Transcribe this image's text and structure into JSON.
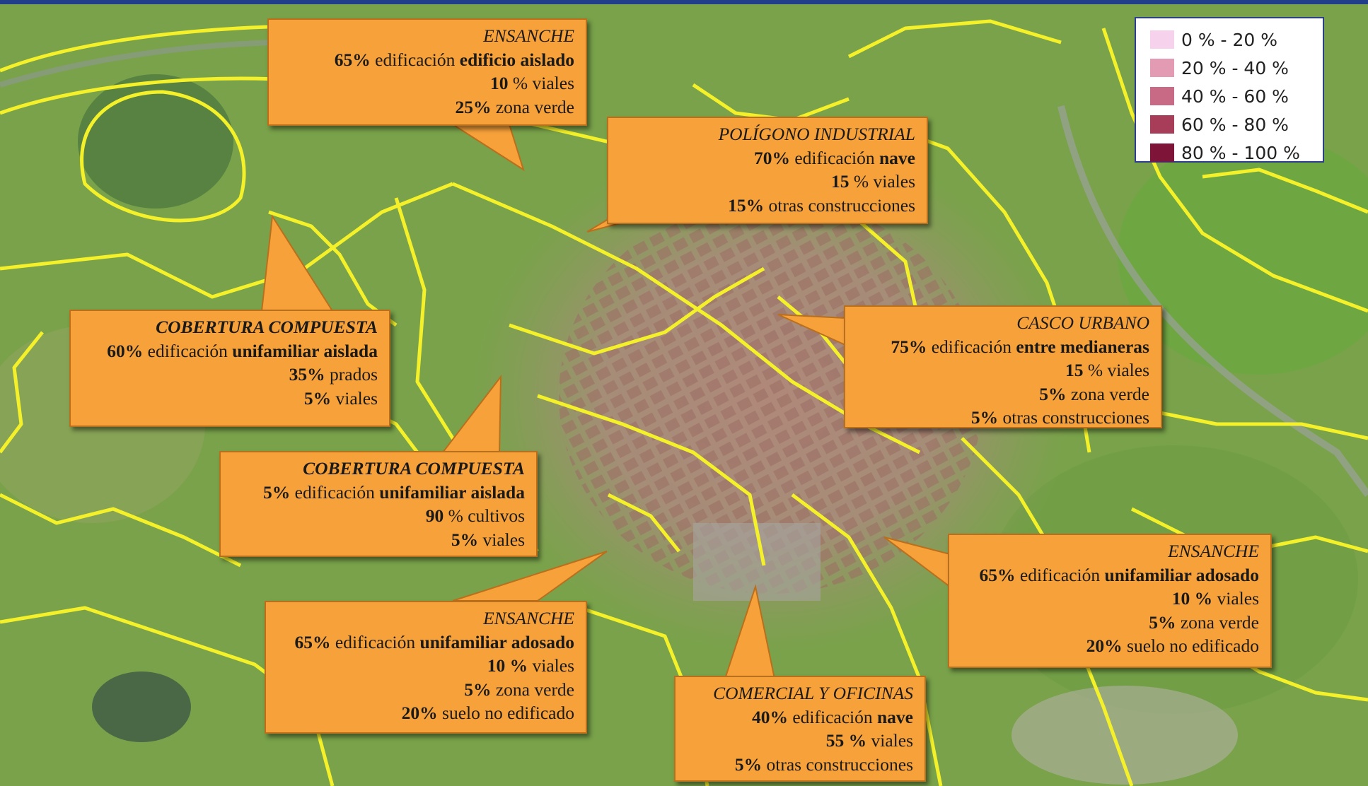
{
  "legend": {
    "items": [
      {
        "label": "0 % - 20 %",
        "color": "#f6d2ec"
      },
      {
        "label": "20  % - 40 %",
        "color": "#e39ab3"
      },
      {
        "label": "40 % - 60 %",
        "color": "#c86a86"
      },
      {
        "label": "60 % - 80 %",
        "color": "#a83d5a"
      },
      {
        "label": "80 % - 100 %",
        "color": "#7e1438"
      }
    ]
  },
  "callouts": {
    "c1": {
      "title": "ENSANCHE",
      "l1": {
        "pct": "65%",
        "txt": " edificación ",
        "type": "edificio aislado"
      },
      "l2": {
        "pct": "10",
        "txt": " % viales"
      },
      "l3": {
        "pct": "25%",
        "txt": " zona verde"
      }
    },
    "c2": {
      "title": "POLÍGONO INDUSTRIAL",
      "l1": {
        "pct": "70%",
        "txt": " edificación ",
        "type": "nave"
      },
      "l2": {
        "pct": "15",
        "txt": " % viales"
      },
      "l3": {
        "pct": "15%",
        "txt": " otras construcciones"
      }
    },
    "c3": {
      "title": "COBERTURA COMPUESTA",
      "l1": {
        "pct": "60%",
        "txt": " edificación ",
        "type": "unifamiliar aislada"
      },
      "l2": {
        "pct": "35%",
        "txt": " prados"
      },
      "l3": {
        "pct": "5%",
        "txt": " viales"
      }
    },
    "c4": {
      "title": "CASCO URBANO",
      "l1": {
        "pct": "75%",
        "txt": " edificación ",
        "type": "entre medianeras"
      },
      "l2": {
        "pct": "15",
        "txt": " % viales"
      },
      "l3": {
        "pct": "5%",
        "txt": " zona verde"
      },
      "l4": {
        "pct": "5%",
        "txt": " otras construcciones"
      }
    },
    "c5": {
      "title": "COBERTURA COMPUESTA",
      "l1": {
        "pct": "5%",
        "txt": " edificación ",
        "type": "unifamiliar aislada"
      },
      "l2": {
        "pct": "90",
        "txt": " % cultivos"
      },
      "l3": {
        "pct": "5%",
        "txt": " viales"
      }
    },
    "c6": {
      "title": "ENSANCHE",
      "l1": {
        "pct": "65%",
        "txt": " edificación ",
        "type": "unifamiliar adosado"
      },
      "l2": {
        "pct": "10 %",
        "txt": " viales"
      },
      "l3": {
        "pct": "5%",
        "txt": " zona verde"
      },
      "l4": {
        "pct": "20%",
        "txt": " suelo no edificado"
      }
    },
    "c7": {
      "title": "ENSANCHE",
      "l1": {
        "pct": "65%",
        "txt": " edificación ",
        "type": "unifamiliar adosado"
      },
      "l2": {
        "pct": "10 %",
        "txt": " viales"
      },
      "l3": {
        "pct": "5%",
        "txt": " zona verde"
      },
      "l4": {
        "pct": "20%",
        "txt": " suelo no edificado"
      }
    },
    "c8": {
      "title": "COMERCIAL Y OFICINAS",
      "l1": {
        "pct": "40%",
        "txt": " edificación ",
        "type": "nave"
      },
      "l2": {
        "pct": "55 %",
        "txt": " viales"
      },
      "l3": {
        "pct": "5%",
        "txt": " otras construcciones"
      }
    }
  }
}
